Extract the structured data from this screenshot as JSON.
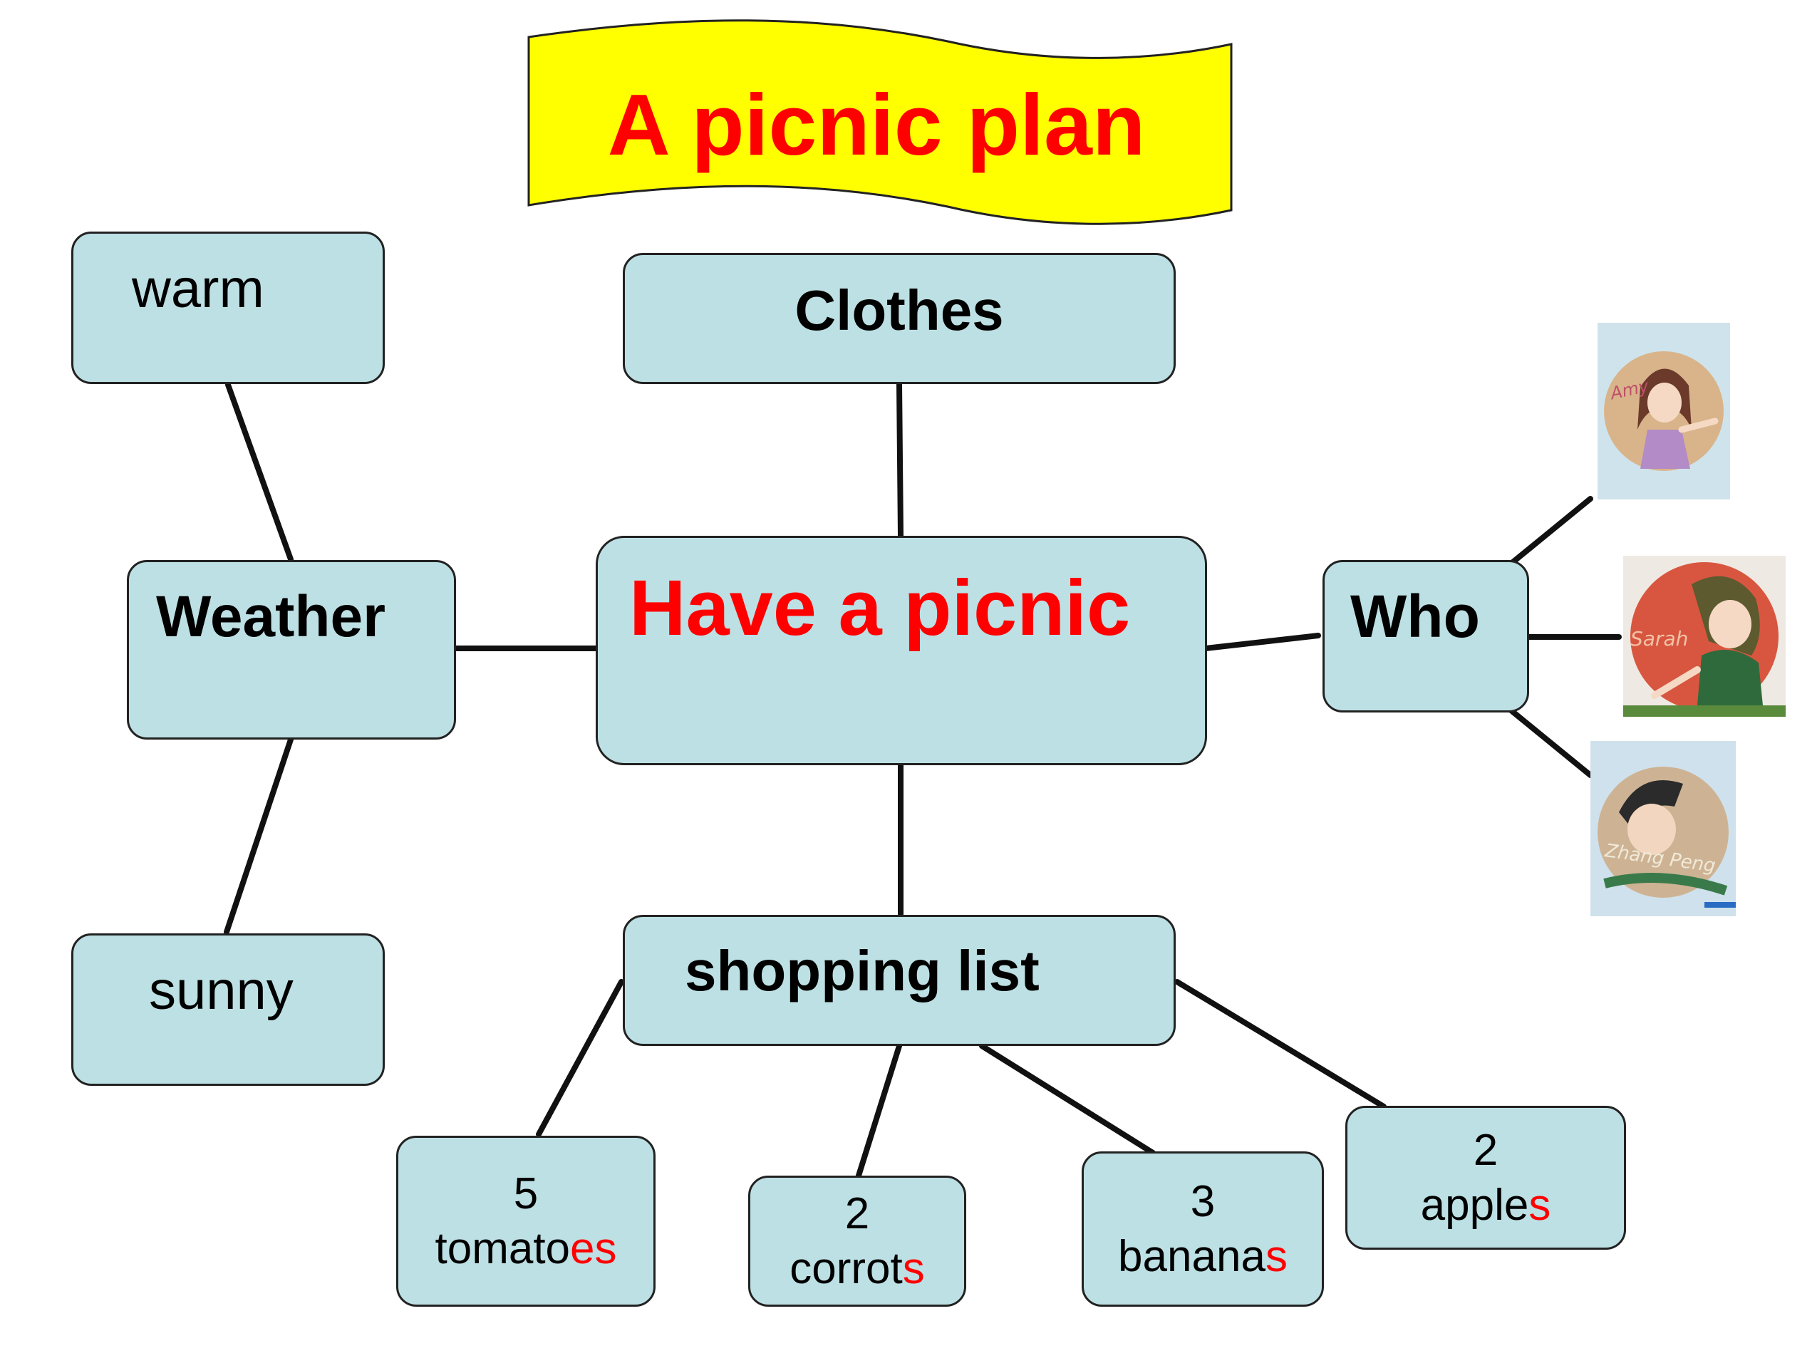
{
  "title": "A picnic plan",
  "colors": {
    "banner_fill": "#ffff00",
    "title_text": "#ff0000",
    "node_fill": "#bde0e4",
    "node_border": "#222222",
    "connector": "#111111",
    "plural_suffix": "#ff0000"
  },
  "center": {
    "label": "Have a picnic"
  },
  "branches": {
    "weather": {
      "label": "Weather",
      "options": [
        "warm",
        "sunny"
      ]
    },
    "clothes": {
      "label": "Clothes"
    },
    "who": {
      "label": "Who",
      "people": [
        {
          "name": "Amy"
        },
        {
          "name": "Sarah"
        },
        {
          "name": "Zhang Peng"
        }
      ]
    },
    "shopping": {
      "label": "shopping list",
      "items": [
        {
          "qty": "5",
          "base": "tomato",
          "suffix": "es"
        },
        {
          "qty": "2",
          "base": "corrot",
          "suffix": "s"
        },
        {
          "qty": "3",
          "base": "banana",
          "suffix": "s"
        },
        {
          "qty": "2",
          "base": "apple",
          "suffix": "s"
        }
      ]
    }
  }
}
